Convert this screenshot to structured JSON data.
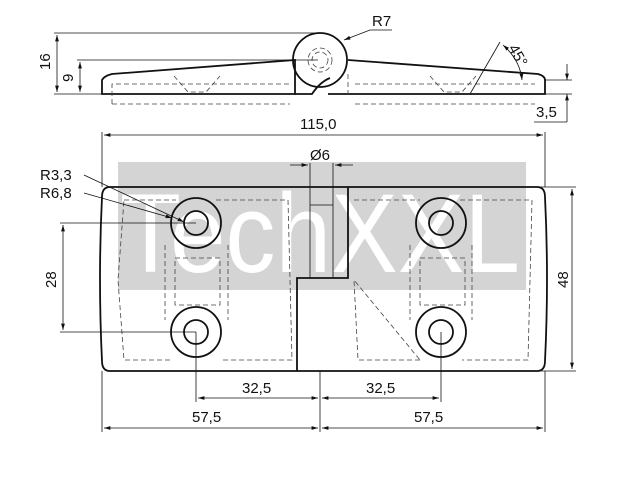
{
  "watermark": {
    "text": "TechXXL",
    "band_color": "#d4d4d4"
  },
  "side_view": {
    "r_knuckle": "R7",
    "height_total": "16",
    "height_leaf": "9",
    "angle": "45°",
    "edge_thickness": "3,5"
  },
  "top_view": {
    "length": "115,0",
    "pin_diameter": "Ø6",
    "hole_radius": "R3,3",
    "boss_radius": "R6,8",
    "hole_spacing_vertical": "28",
    "width": "48",
    "hole_offset_left": "32,5",
    "hole_offset_right": "32,5",
    "half_length_left": "57,5",
    "half_length_right": "57,5"
  }
}
